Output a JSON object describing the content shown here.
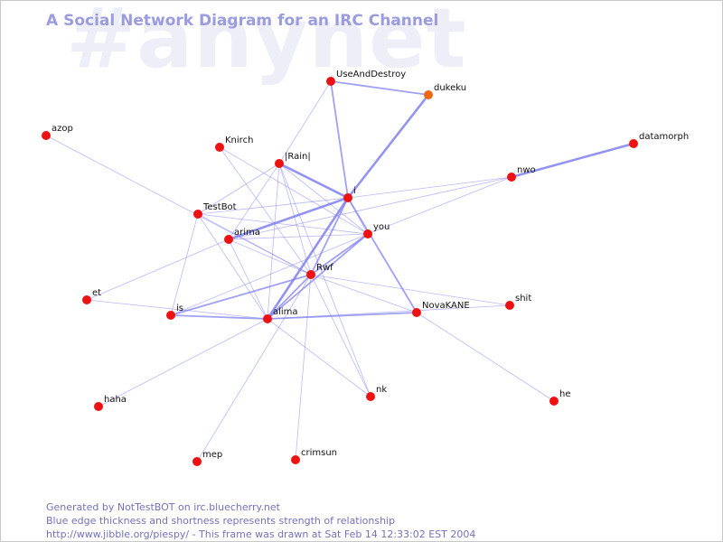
{
  "watermark": "#anynet",
  "title": "A Social Network Diagram for an IRC Channel",
  "footer": {
    "line1": "Generated by NotTestBOT on irc.bluecherry.net",
    "line2": "Blue edge thickness and shortness represents strength of relationship",
    "line3": "http://www.jibble.org/piespy/ - This frame was drawn at Sat Feb 14 12:33:02 EST 2004"
  },
  "colors": {
    "node": "#ee1111",
    "node_highlight": "#ee6611",
    "edge": "#8080f0",
    "title": "#9b9be0",
    "watermark": "#eeeef9",
    "footer": "#7272b8"
  },
  "nodes": [
    {
      "id": "UseAndDestroy",
      "label": "UseAndDestroy"
    },
    {
      "id": "dukeku",
      "label": "dukeku",
      "highlight": true
    },
    {
      "id": "azop",
      "label": "azop"
    },
    {
      "id": "Knirch",
      "label": "Knirch"
    },
    {
      "id": "Rain",
      "label": "|Rain|"
    },
    {
      "id": "datamorph",
      "label": "datamorph"
    },
    {
      "id": "nwo",
      "label": "nwo"
    },
    {
      "id": "i",
      "label": "i"
    },
    {
      "id": "TestBot",
      "label": "TestBot"
    },
    {
      "id": "arima",
      "label": "arima"
    },
    {
      "id": "you",
      "label": "you"
    },
    {
      "id": "Rwf",
      "label": "Rwf"
    },
    {
      "id": "et",
      "label": "et"
    },
    {
      "id": "shit",
      "label": "shit"
    },
    {
      "id": "is",
      "label": "is"
    },
    {
      "id": "alima",
      "label": "alima"
    },
    {
      "id": "NovaKANE",
      "label": "NovaKANE"
    },
    {
      "id": "nk",
      "label": "nk"
    },
    {
      "id": "he",
      "label": "he"
    },
    {
      "id": "haha",
      "label": "haha"
    },
    {
      "id": "mep",
      "label": "mep"
    },
    {
      "id": "crimsun",
      "label": "crimsun"
    }
  ],
  "edges": [
    {
      "from": "UseAndDestroy",
      "to": "dukeku",
      "weight": 2
    },
    {
      "from": "UseAndDestroy",
      "to": "i",
      "weight": 2
    },
    {
      "from": "UseAndDestroy",
      "to": "Rain",
      "weight": 1
    },
    {
      "from": "dukeku",
      "to": "i",
      "weight": 3
    },
    {
      "from": "datamorph",
      "to": "nwo",
      "weight": 3
    },
    {
      "from": "nwo",
      "to": "i",
      "weight": 1
    },
    {
      "from": "nwo",
      "to": "arima",
      "weight": 1
    },
    {
      "from": "nwo",
      "to": "you",
      "weight": 1
    },
    {
      "from": "azop",
      "to": "Rwf",
      "weight": 1
    },
    {
      "from": "Knirch",
      "to": "you",
      "weight": 1
    },
    {
      "from": "Knirch",
      "to": "Rwf",
      "weight": 1
    },
    {
      "from": "Rain",
      "to": "i",
      "weight": 3
    },
    {
      "from": "Rain",
      "to": "TestBot",
      "weight": 1
    },
    {
      "from": "Rain",
      "to": "arima",
      "weight": 1
    },
    {
      "from": "Rain",
      "to": "Rwf",
      "weight": 1
    },
    {
      "from": "Rain",
      "to": "alima",
      "weight": 1
    },
    {
      "from": "Rain",
      "to": "you",
      "weight": 1
    },
    {
      "from": "Rain",
      "to": "nk",
      "weight": 1
    },
    {
      "from": "i",
      "to": "TestBot",
      "weight": 1
    },
    {
      "from": "i",
      "to": "arima",
      "weight": 3
    },
    {
      "from": "i",
      "to": "alima",
      "weight": 3
    },
    {
      "from": "i",
      "to": "Rwf",
      "weight": 2
    },
    {
      "from": "i",
      "to": "NovaKANE",
      "weight": 2
    },
    {
      "from": "i",
      "to": "you",
      "weight": 1
    },
    {
      "from": "TestBot",
      "to": "you",
      "weight": 1
    },
    {
      "from": "TestBot",
      "to": "Rwf",
      "weight": 1
    },
    {
      "from": "TestBot",
      "to": "is",
      "weight": 1
    },
    {
      "from": "TestBot",
      "to": "alima",
      "weight": 1
    },
    {
      "from": "arima",
      "to": "you",
      "weight": 1
    },
    {
      "from": "arima",
      "to": "Rwf",
      "weight": 1
    },
    {
      "from": "arima",
      "to": "et",
      "weight": 1
    },
    {
      "from": "arima",
      "to": "alima",
      "weight": 1
    },
    {
      "from": "you",
      "to": "Rwf",
      "weight": 2
    },
    {
      "from": "you",
      "to": "alima",
      "weight": 2
    },
    {
      "from": "you",
      "to": "is",
      "weight": 1
    },
    {
      "from": "Rwf",
      "to": "is",
      "weight": 2
    },
    {
      "from": "Rwf",
      "to": "alima",
      "weight": 2
    },
    {
      "from": "Rwf",
      "to": "NovaKANE",
      "weight": 1
    },
    {
      "from": "Rwf",
      "to": "shit",
      "weight": 1
    },
    {
      "from": "Rwf",
      "to": "nk",
      "weight": 1
    },
    {
      "from": "Rwf",
      "to": "crimsun",
      "weight": 1
    },
    {
      "from": "Rwf",
      "to": "mep",
      "weight": 1
    },
    {
      "from": "et",
      "to": "alima",
      "weight": 1
    },
    {
      "from": "is",
      "to": "alima",
      "weight": 2
    },
    {
      "from": "alima",
      "to": "NovaKANE",
      "weight": 2
    },
    {
      "from": "alima",
      "to": "shit",
      "weight": 1
    },
    {
      "from": "alima",
      "to": "haha",
      "weight": 1
    },
    {
      "from": "alima",
      "to": "nk",
      "weight": 1
    },
    {
      "from": "NovaKANE",
      "to": "he",
      "weight": 1
    }
  ]
}
